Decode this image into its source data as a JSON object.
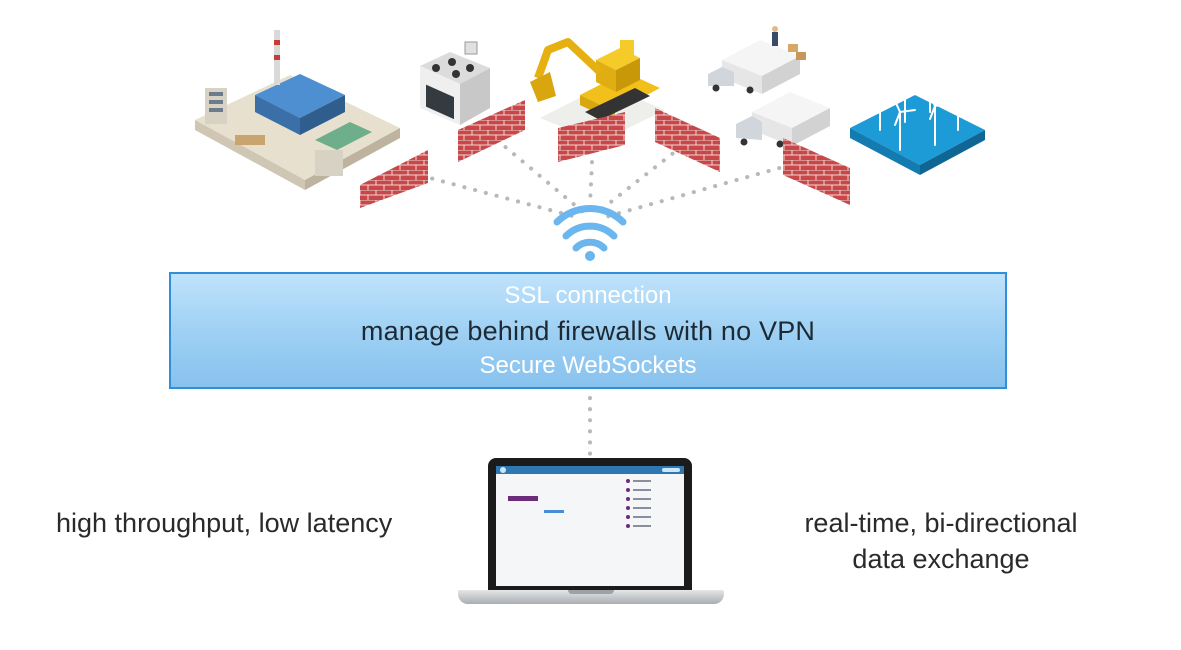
{
  "banner": {
    "line1": "SSL connection",
    "line2": "manage behind firewalls with no VPN",
    "line3": "Secure WebSockets"
  },
  "left_caption": "high throughput, low latency",
  "right_caption": {
    "line1": "real-time, bi-directional",
    "line2": "data exchange"
  },
  "icons": [
    "factory-icon",
    "kitchen-stove-icon",
    "excavator-icon",
    "delivery-trucks-icon",
    "wind-farm-icon",
    "wifi-icon",
    "laptop-icon",
    "firewall-icon"
  ],
  "colors": {
    "banner_border": "#2f8fd8",
    "banner_fill": "#9ccff3",
    "firewall_brick": "#c8484a",
    "wifi": "#6bb6ee",
    "dots": "#b5b5b5"
  }
}
